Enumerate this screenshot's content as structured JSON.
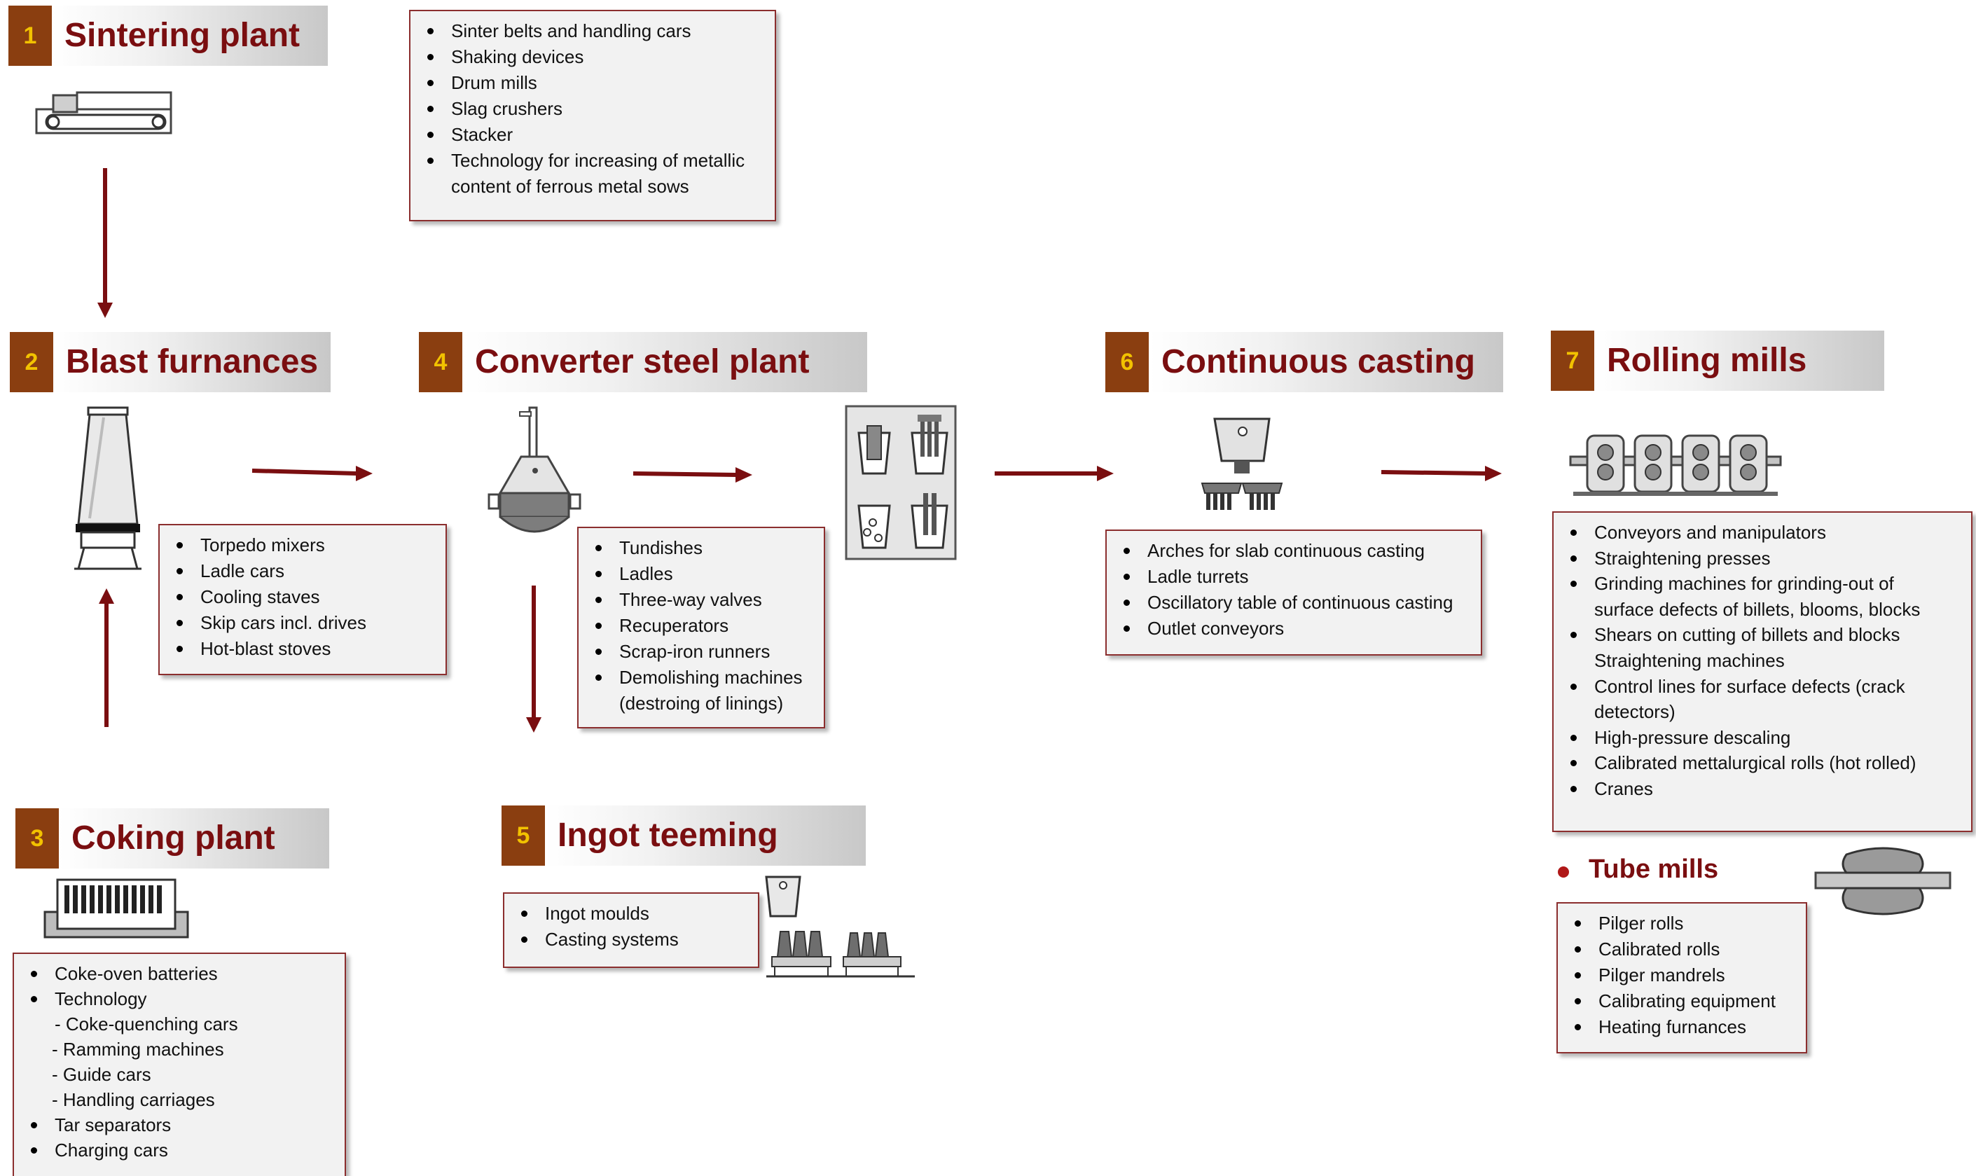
{
  "stages": {
    "s1": {
      "num": "1",
      "title": "Sintering plant"
    },
    "s2": {
      "num": "2",
      "title": "Blast furnances"
    },
    "s3": {
      "num": "3",
      "title": "Coking plant"
    },
    "s4": {
      "num": "4",
      "title": "Converter steel plant"
    },
    "s5": {
      "num": "5",
      "title": "Ingot teeming"
    },
    "s6": {
      "num": "6",
      "title": "Continuous casting"
    },
    "s7": {
      "num": "7",
      "title": "Rolling mills"
    }
  },
  "boxes": {
    "sintering": [
      "Sinter belts and handling cars",
      "Shaking devices",
      "Drum mills",
      "Slag crushers",
      "Stacker",
      "Technology for increasing of metallic content of ferrous metal sows"
    ],
    "blast": [
      "Torpedo mixers",
      "Ladle cars",
      "Cooling staves",
      "Skip cars incl. drives",
      "Hot-blast stoves"
    ],
    "coking": {
      "item1": "Coke-oven batteries",
      "item2": "Technology",
      "sub1": "-  Coke-quenching cars",
      "sub2": "- Ramming machines",
      "sub3": "- Guide cars",
      "sub4": "- Handling carriages",
      "item3": "Tar separators",
      "item4": "Charging cars"
    },
    "converter": [
      "Tundishes",
      "Ladles",
      "Three-way valves",
      "Recuperators",
      "Scrap-iron runners",
      "Demolishing machines (destroing of linings)"
    ],
    "ingot": [
      "Ingot moulds",
      "Casting systems"
    ],
    "casting": [
      "Arches  for slab continuous casting",
      "Ladle turrets",
      "Oscillatory table of continuous casting",
      "Outlet conveyors"
    ],
    "rolling": [
      "Conveyors and manipulators",
      "Straightening presses",
      "Grinding machines for grinding-out of surface defects of billets, blooms, blocks",
      "Shears on cutting of billets and blocks Straightening machines",
      "Control lines for surface defects (crack detectors)",
      "High-pressure descaling",
      "Calibrated mettalurgical rolls (hot rolled)",
      "Cranes"
    ],
    "tube": [
      "Pilger rolls",
      "Calibrated rolls",
      "Pilger mandrels",
      "Calibrating equipment",
      "Heating furnances"
    ]
  },
  "tube_mills_label": "Tube mills",
  "colors": {
    "arrow": "#7a0e10",
    "title_text": "#7a0e10",
    "number_tab": "#8a3e10",
    "number_text": "#f2c200",
    "box_border": "#8b2e2e",
    "box_fill": "#f2f2f2"
  }
}
